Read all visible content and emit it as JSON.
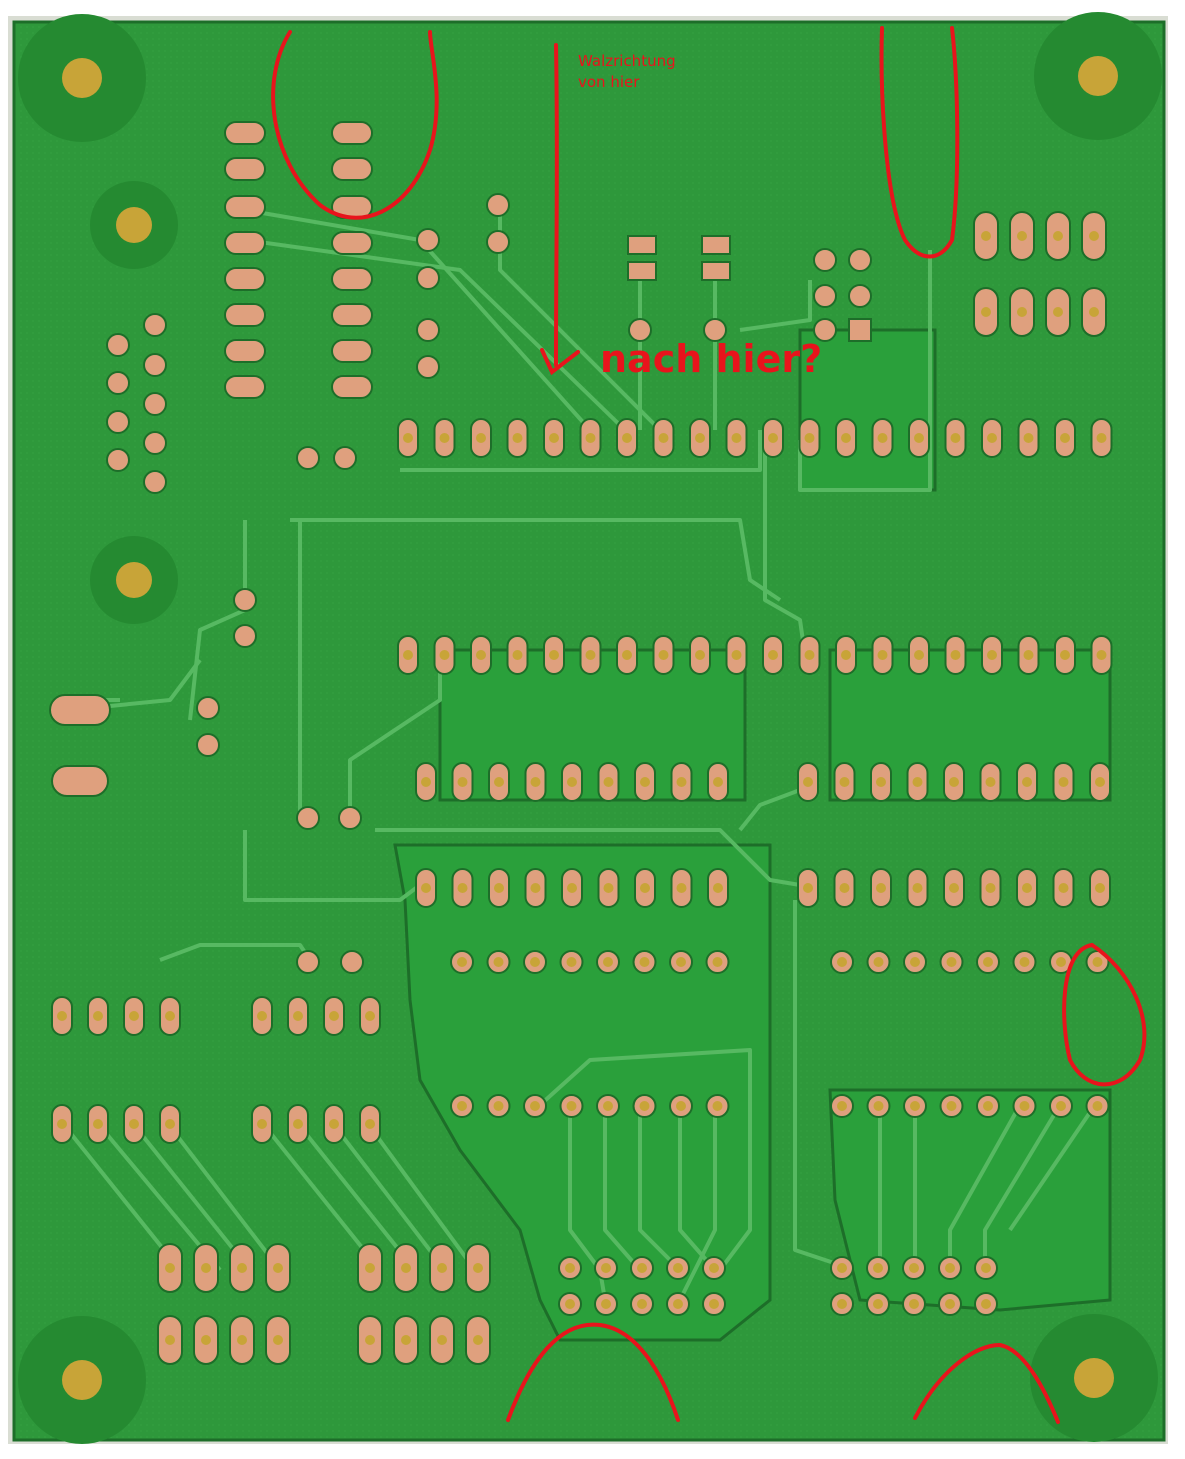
{
  "annotations": {
    "rolling_direction_line1": "Walzrichtung",
    "rolling_direction_line2": "von hier",
    "to_here": "nach hier?"
  },
  "colors": {
    "board_fill": "#2f9a3c",
    "board_edge": "#e9eae6",
    "trace": "#52b55e",
    "copper": "#dfa07e",
    "drill": "#c8a438",
    "annotation": "#e8141c"
  },
  "icons": {
    "arrow": "down-arrow-icon"
  }
}
